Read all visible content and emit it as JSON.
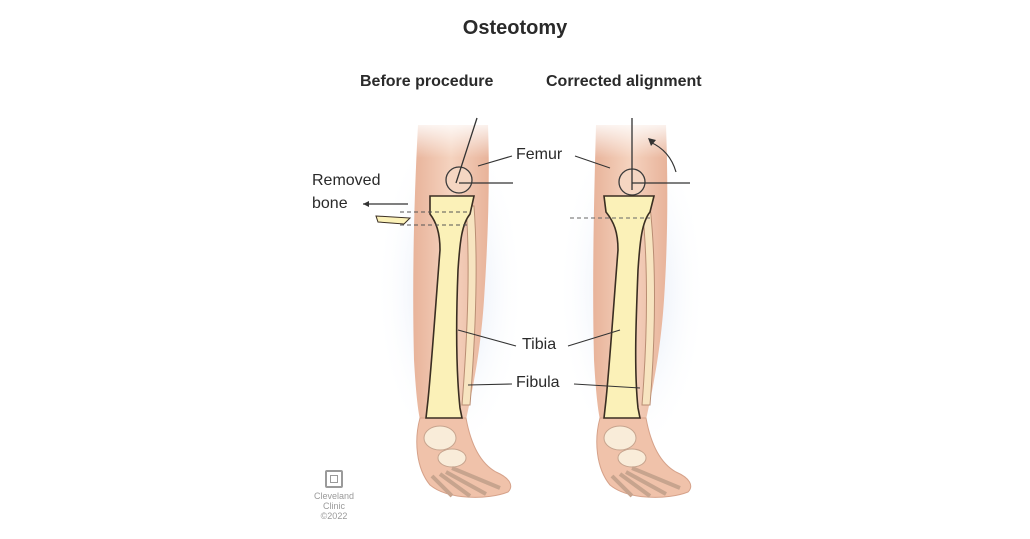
{
  "title": "Osteotomy",
  "panels": {
    "before": "Before procedure",
    "after": "Corrected alignment"
  },
  "labels": {
    "removed_bone_line1": "Removed",
    "removed_bone_line2": "bone",
    "femur": "Femur",
    "tibia": "Tibia",
    "fibula": "Fibula"
  },
  "credit": {
    "brand_line1": "Cleveland",
    "brand_line2": "Clinic",
    "copyright": "©2022"
  },
  "colors": {
    "skin": "#f2c9b2",
    "skin_shadow": "#e5ad93",
    "bone": "#fbf1b8",
    "bone_outline": "#4a3a2a",
    "glow": "#d9e6f7"
  }
}
